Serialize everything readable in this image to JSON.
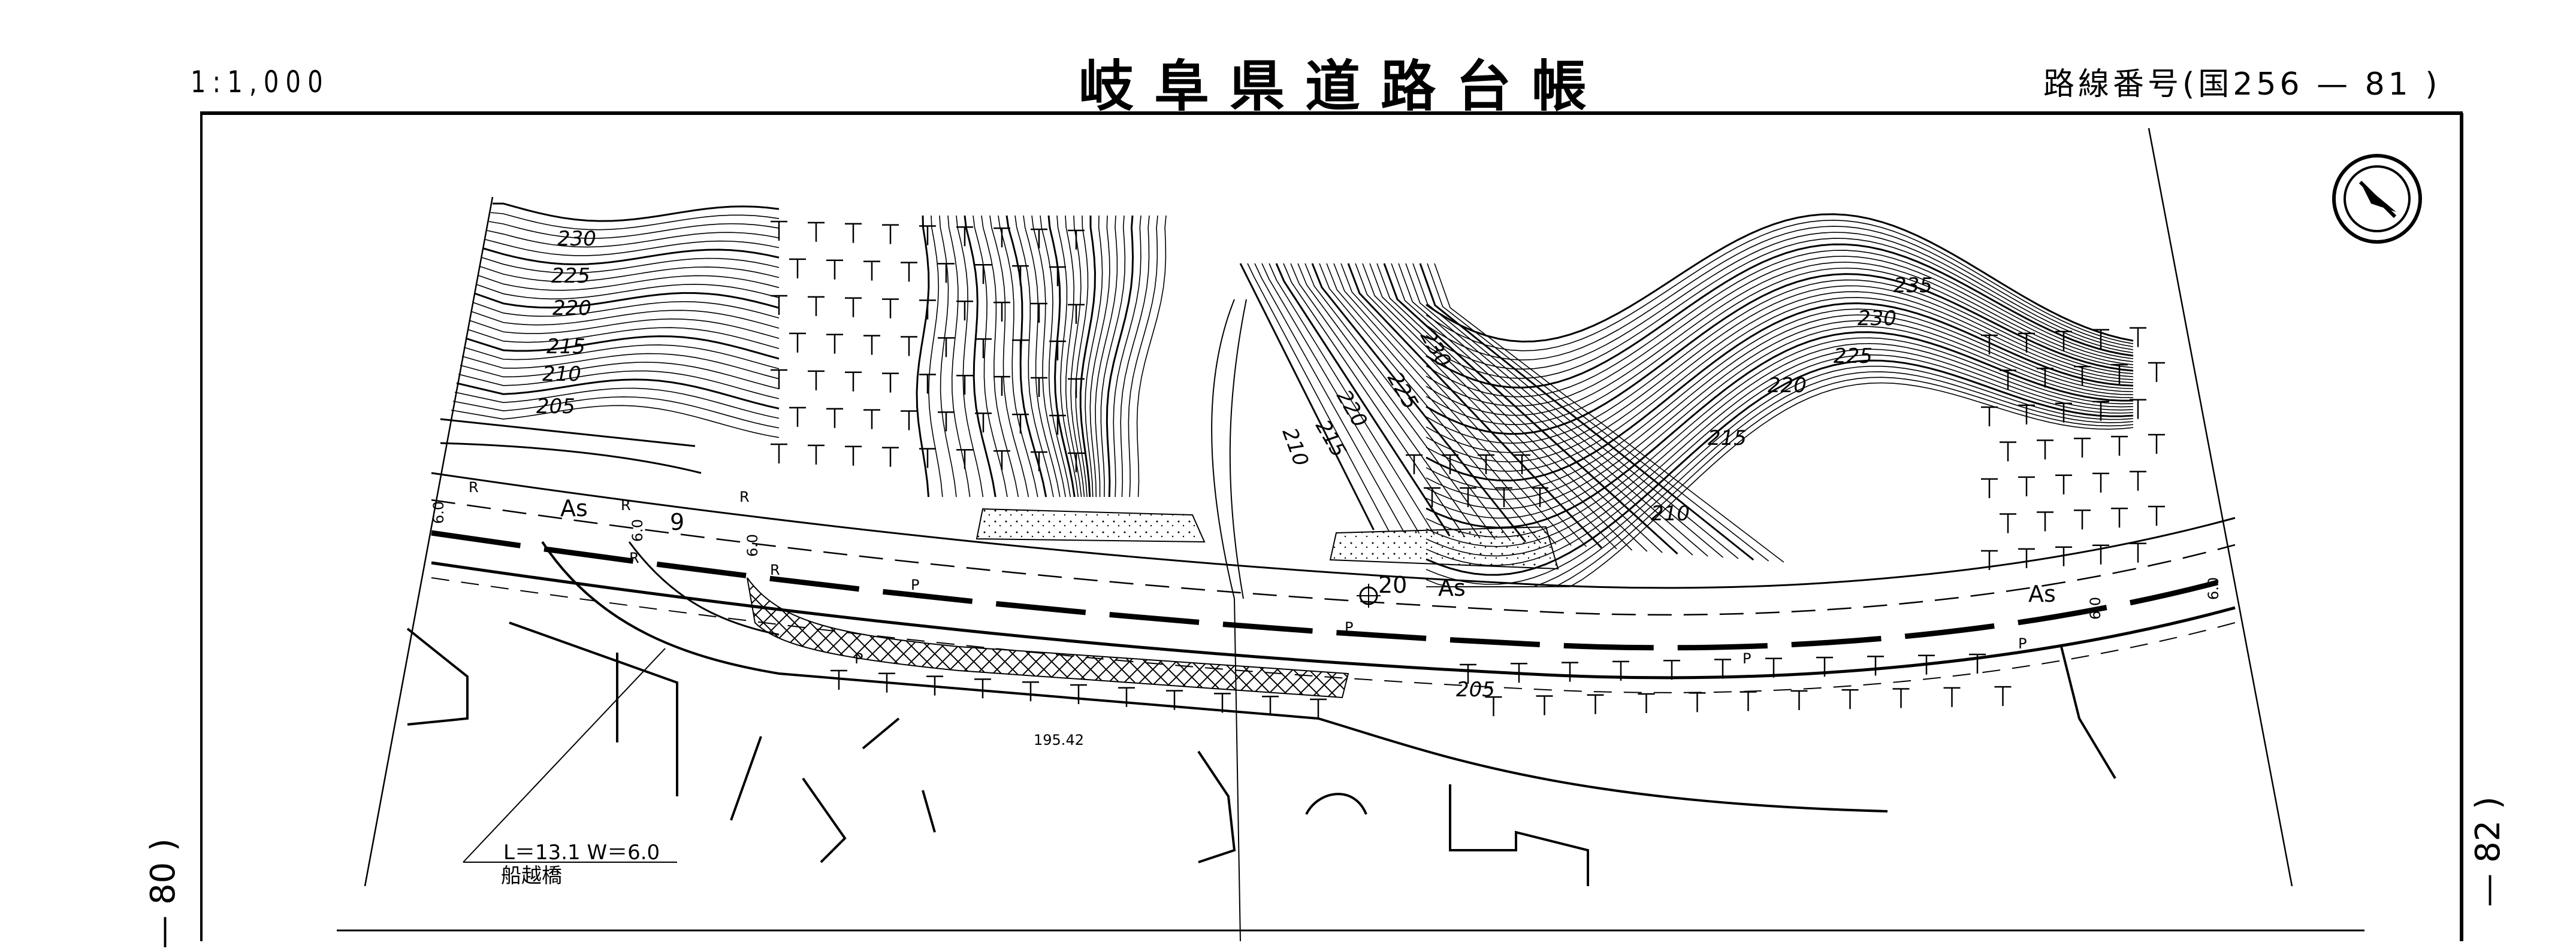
{
  "header": {
    "scale": "1:1,000",
    "title": "岐阜県道路台帳",
    "route_number": "路線番号(国256 — 81 )"
  },
  "side_labels": {
    "left": "— 80 )",
    "right": "— 82 )"
  },
  "map": {
    "north_arrow_icon": "compass-north-arrow",
    "contours_left": [
      "230",
      "225",
      "220",
      "215",
      "210",
      "205"
    ],
    "contours_middle": [
      "230",
      "225",
      "220",
      "215",
      "210"
    ],
    "contours_right": [
      "235",
      "230",
      "225",
      "220",
      "215",
      "210",
      "205"
    ],
    "surface_labels": [
      "As",
      "As",
      "As"
    ],
    "station_labels": [
      "9",
      "20"
    ],
    "width_labels": [
      "6.0",
      "6.0",
      "6.0",
      "6.0",
      "6.0"
    ],
    "retaining_labels": [
      "R",
      "R",
      "R",
      "R",
      "R"
    ],
    "pavement_labels": [
      "P",
      "P",
      "P",
      "P",
      "P"
    ],
    "spot_height": "195.42",
    "bridge": {
      "dimensions": "L＝13.1 W＝6.0",
      "name": "船越橋"
    }
  }
}
